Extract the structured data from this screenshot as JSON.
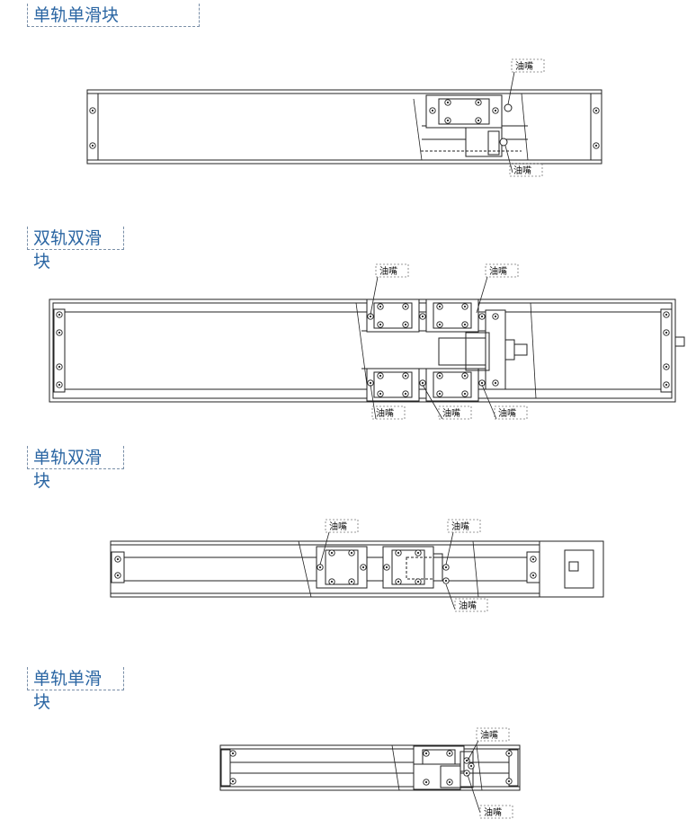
{
  "sections": [
    {
      "title": "单轨单滑块"
    },
    {
      "title": "双轨双滑块"
    },
    {
      "title": "单轨双滑块"
    },
    {
      "title": "单轨单滑块"
    }
  ],
  "callout_label": "油嘴"
}
